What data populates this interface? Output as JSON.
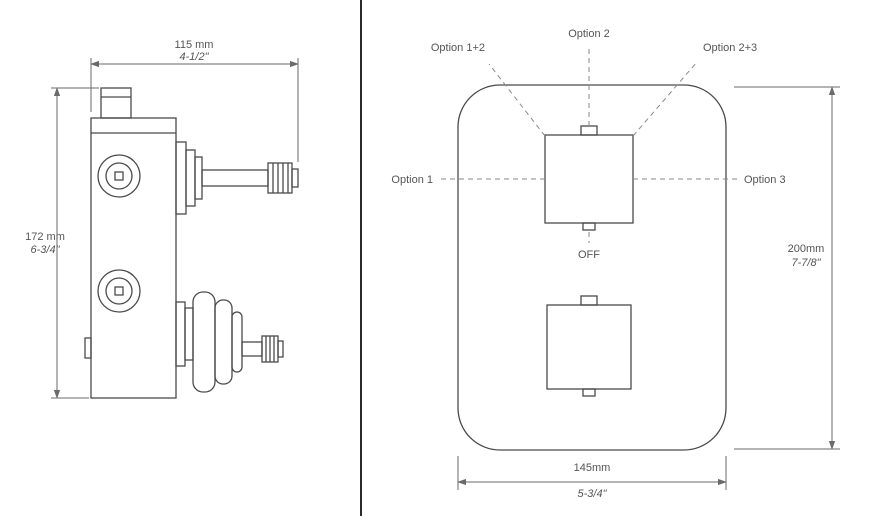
{
  "left_view": {
    "title": "valve-side-view",
    "width_dim": {
      "mm": "115 mm",
      "inch": "4-1/2\""
    },
    "height_dim": {
      "mm": "172 mm",
      "inch": "6-3/4\""
    }
  },
  "right_view": {
    "title": "trim-front-view",
    "labels": {
      "option_1_2": "Option 1+2",
      "option_2": "Option 2",
      "option_2_3": "Option 2+3",
      "option_1": "Option 1",
      "option_3": "Option 3",
      "off": "OFF"
    },
    "height_dim": {
      "mm": "200mm",
      "inch": "7-7/8\""
    },
    "width_dim": {
      "mm": "145mm",
      "inch": "5-3/4\""
    }
  },
  "colors": {
    "line": "#4a4a4a",
    "dim_line": "#6a6a6a",
    "dashed_line": "#8a8a8a",
    "text": "#555555"
  }
}
